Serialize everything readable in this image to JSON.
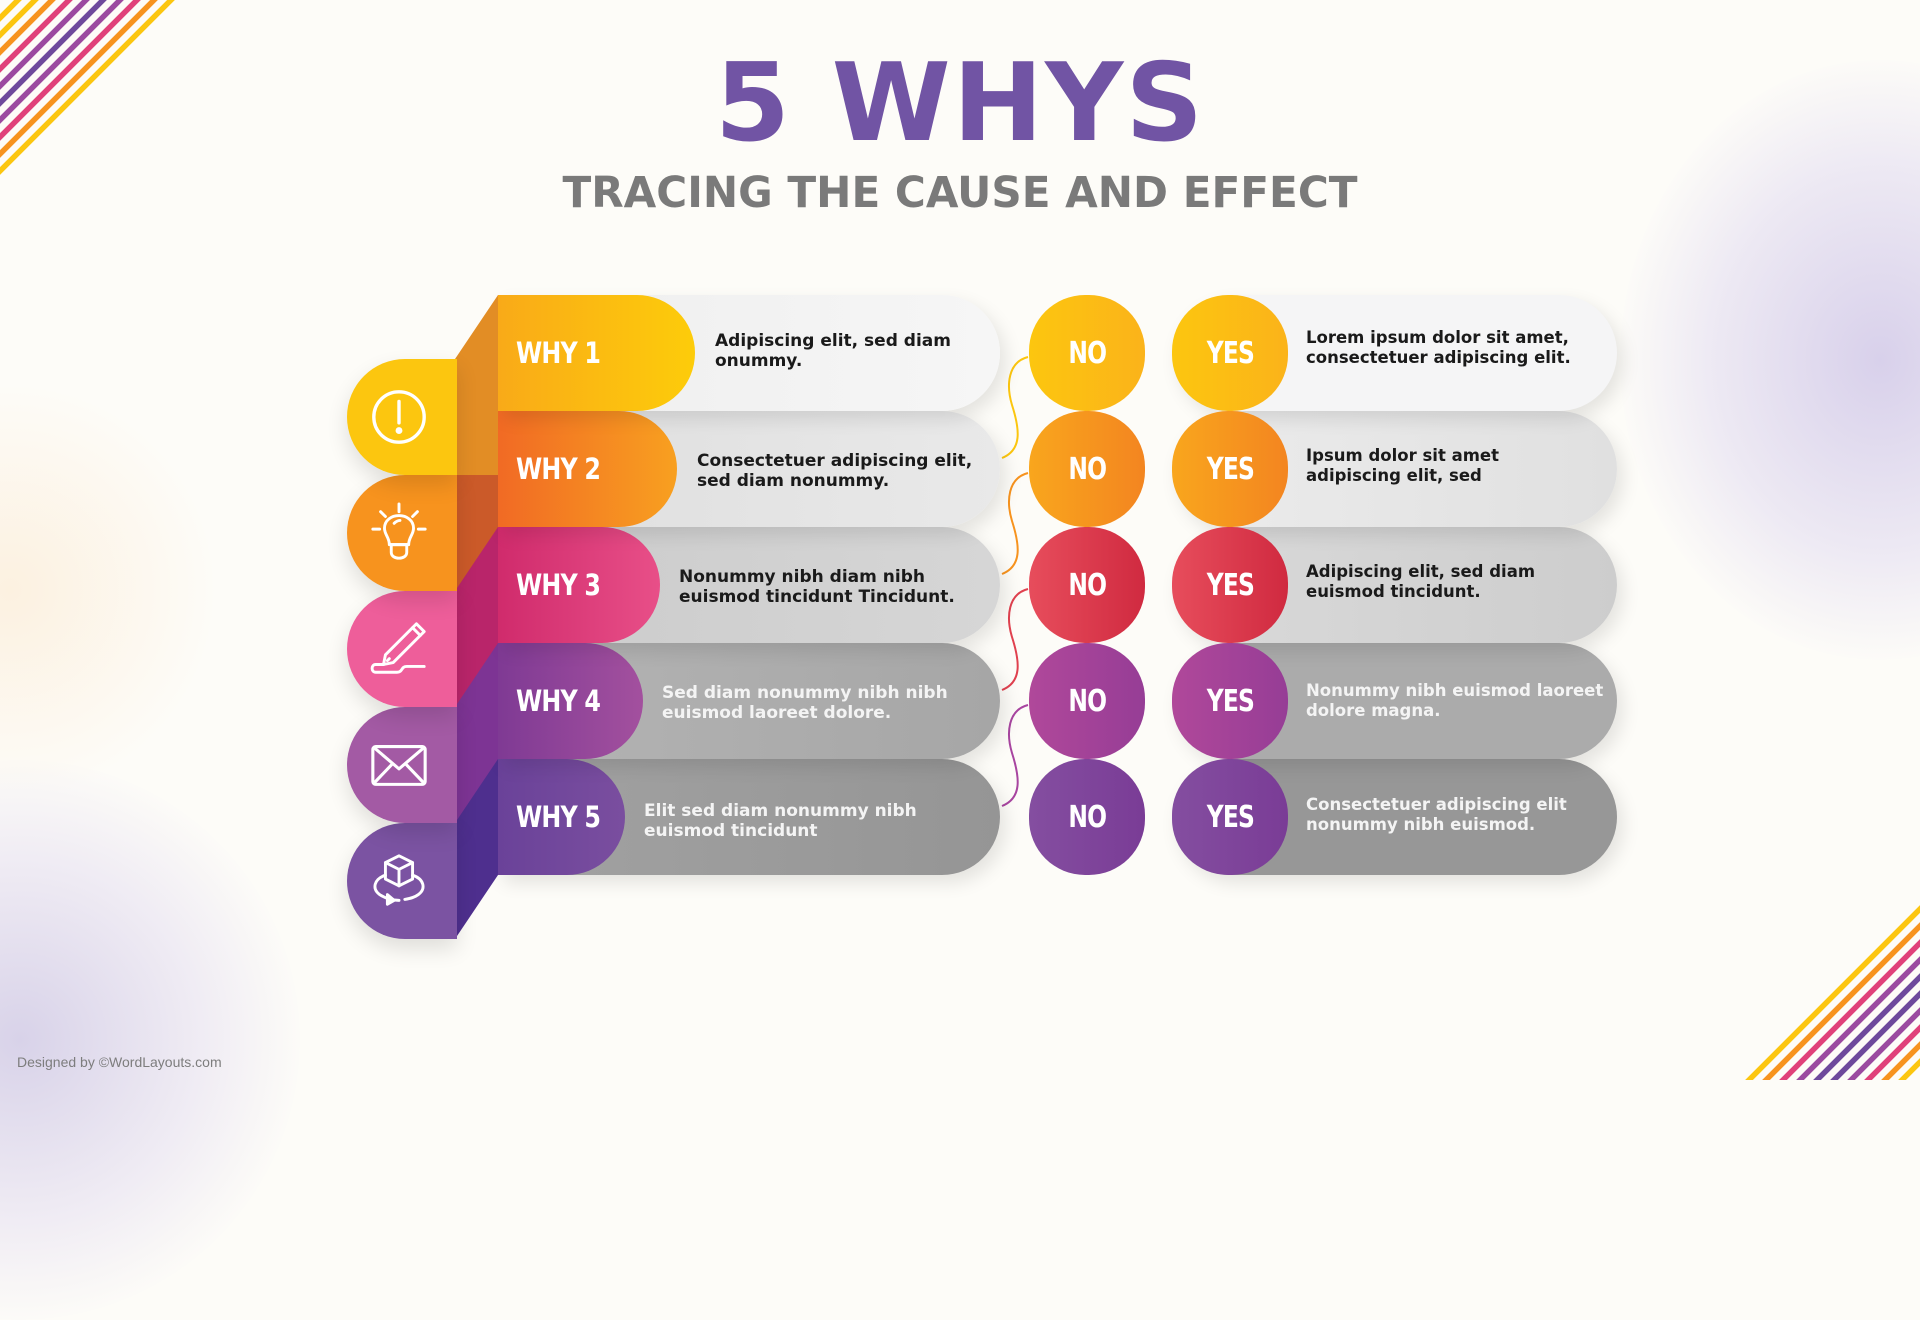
{
  "title": "5 WHYS",
  "subtitle": "TRACING THE CAUSE AND EFFECT",
  "footer": "Designed by ©WordLayouts.com",
  "colors": {
    "title": "#7154a4",
    "subtitle": "#7a7a7a",
    "why_1": "#fcc60f",
    "why_2": "#f7931e",
    "why_3": "#e0417a",
    "why_4": "#9b4aa0",
    "why_5": "#6e4a9c"
  },
  "rows": [
    {
      "label": "WHY 1",
      "icon": "alert-circle-icon",
      "question": "Adipiscing elit, sed diam onummy.",
      "no": "NO",
      "yes": "YES",
      "answer": "Lorem ipsum dolor sit amet, consectetuer adipiscing elit."
    },
    {
      "label": "WHY 2",
      "icon": "lightbulb-icon",
      "question": "Consectetuer adipiscing elit, sed diam nonummy.",
      "no": "NO",
      "yes": "YES",
      "answer": "Ipsum dolor sit amet adipiscing elit, sed"
    },
    {
      "label": "WHY 3",
      "icon": "pencil-signature-icon",
      "question": "Nonummy nibh diam nibh euismod tincidunt Tincidunt.",
      "no": "NO",
      "yes": "YES",
      "answer": "Adipiscing elit, sed diam euismod tincidunt."
    },
    {
      "label": "WHY 4",
      "icon": "envelope-icon",
      "question": "Sed diam nonummy nibh nibh euismod laoreet dolore.",
      "no": "NO",
      "yes": "YES",
      "answer": "Nonummy nibh euismod laoreet dolore magna."
    },
    {
      "label": "WHY 5",
      "icon": "cube-rotate-icon",
      "question": "Elit sed diam nonummy nibh euismod tincidunt",
      "no": "NO",
      "yes": "YES",
      "answer": "Consectetuer adipiscing elit nonummy nibh euismod."
    }
  ]
}
